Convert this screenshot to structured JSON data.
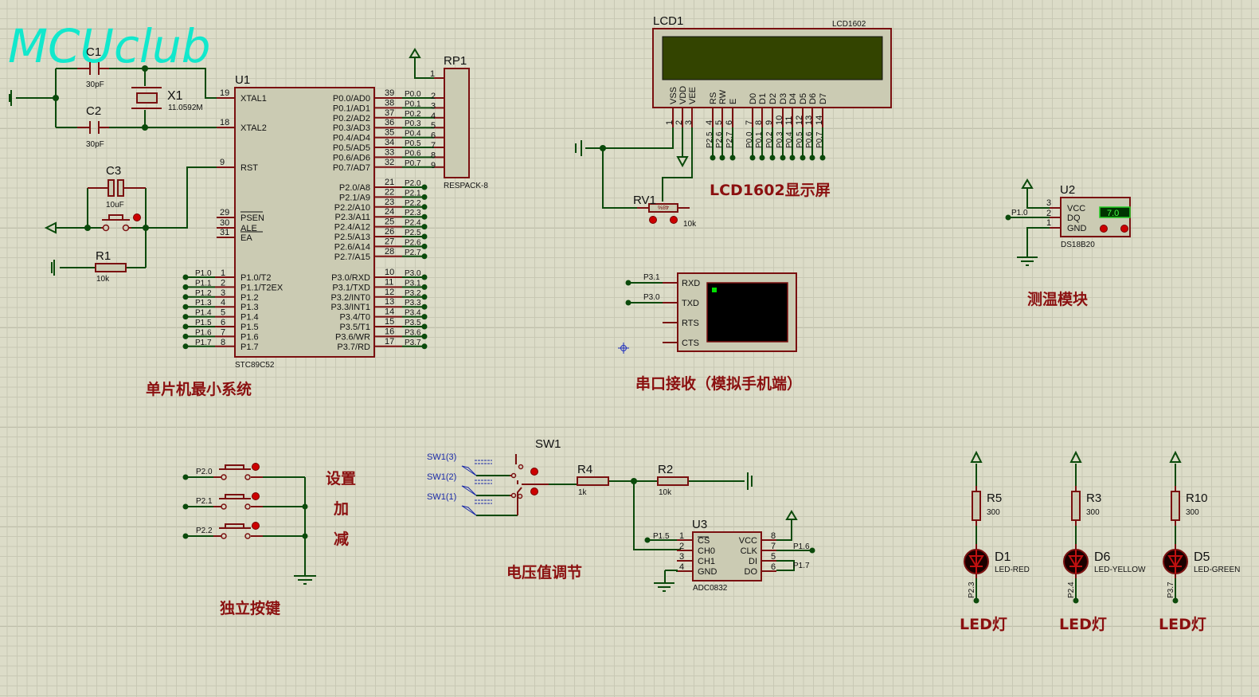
{
  "logo": "MCUclub",
  "sections": {
    "mcu_system": "单片机最小系统",
    "lcd": "LCD1602显示屏",
    "serial": "串口接收（模拟手机端）",
    "temp": "测温模块",
    "buttons": "独立按键",
    "voltage": "电压值调节",
    "led1": "LED灯",
    "led2": "LED灯",
    "led3": "LED灯"
  },
  "button_functions": [
    "设置",
    "加",
    "减"
  ],
  "components": {
    "C1": {
      "ref": "C1",
      "value": "30pF"
    },
    "C2": {
      "ref": "C2",
      "value": "30pF"
    },
    "C3": {
      "ref": "C3",
      "value": "10uF"
    },
    "X1": {
      "ref": "X1",
      "value": "11.0592M"
    },
    "R1": {
      "ref": "R1",
      "value": "10k"
    },
    "U1": {
      "ref": "U1",
      "part": "STC89C52"
    },
    "RP1": {
      "ref": "RP1",
      "part": "RESPACK-8"
    },
    "LCD1": {
      "ref": "LCD1",
      "part": "LCD1602"
    },
    "RV1": {
      "ref": "RV1",
      "value": "10k",
      "wiper": "48%"
    },
    "U2": {
      "ref": "U2",
      "part": "DS18B20",
      "reading": "7.0"
    },
    "SW1": {
      "ref": "SW1"
    },
    "R4": {
      "ref": "R4",
      "value": "1k"
    },
    "R2": {
      "ref": "R2",
      "value": "10k"
    },
    "U3": {
      "ref": "U3",
      "part": "ADC0832"
    },
    "R5": {
      "ref": "R5",
      "value": "300"
    },
    "R3": {
      "ref": "R3",
      "value": "300"
    },
    "R10": {
      "ref": "R10",
      "value": "300"
    },
    "D1": {
      "ref": "D1",
      "part": "LED-RED"
    },
    "D6": {
      "ref": "D6",
      "part": "LED-YELLOW"
    },
    "D5": {
      "ref": "D5",
      "part": "LED-GREEN"
    }
  },
  "u1_pins": {
    "left_top": [
      {
        "num": "19",
        "name": "XTAL1"
      },
      {
        "num": "18",
        "name": "XTAL2"
      },
      {
        "num": "9",
        "name": "RST"
      },
      {
        "num": "29",
        "name": "PSEN"
      },
      {
        "num": "30",
        "name": "ALE"
      },
      {
        "num": "31",
        "name": "EA"
      }
    ],
    "p1": [
      {
        "num": "1",
        "name": "P1.0/T2",
        "net": "P1.0"
      },
      {
        "num": "2",
        "name": "P1.1/T2EX",
        "net": "P1.1"
      },
      {
        "num": "3",
        "name": "P1.2",
        "net": "P1.2"
      },
      {
        "num": "4",
        "name": "P1.3",
        "net": "P1.3"
      },
      {
        "num": "5",
        "name": "P1.4",
        "net": "P1.4"
      },
      {
        "num": "6",
        "name": "P1.5",
        "net": "P1.5"
      },
      {
        "num": "7",
        "name": "P1.6",
        "net": "P1.6"
      },
      {
        "num": "8",
        "name": "P1.7",
        "net": "P1.7"
      }
    ],
    "p0": [
      {
        "num": "39",
        "name": "P0.0/AD0",
        "net": "P0.0",
        "rp": "2"
      },
      {
        "num": "38",
        "name": "P0.1/AD1",
        "net": "P0.1",
        "rp": "3"
      },
      {
        "num": "37",
        "name": "P0.2/AD2",
        "net": "P0.2",
        "rp": "4"
      },
      {
        "num": "36",
        "name": "P0.3/AD3",
        "net": "P0.3",
        "rp": "5"
      },
      {
        "num": "35",
        "name": "P0.4/AD4",
        "net": "P0.4",
        "rp": "6"
      },
      {
        "num": "34",
        "name": "P0.5/AD5",
        "net": "P0.5",
        "rp": "7"
      },
      {
        "num": "33",
        "name": "P0.6/AD6",
        "net": "P0.6",
        "rp": "8"
      },
      {
        "num": "32",
        "name": "P0.7/AD7",
        "net": "P0.7",
        "rp": "9"
      }
    ],
    "p2": [
      {
        "num": "21",
        "name": "P2.0/A8",
        "net": "P2.0"
      },
      {
        "num": "22",
        "name": "P2.1/A9",
        "net": "P2.1"
      },
      {
        "num": "23",
        "name": "P2.2/A10",
        "net": "P2.2"
      },
      {
        "num": "24",
        "name": "P2.3/A11",
        "net": "P2.3"
      },
      {
        "num": "25",
        "name": "P2.4/A12",
        "net": "P2.4"
      },
      {
        "num": "26",
        "name": "P2.5/A13",
        "net": "P2.5"
      },
      {
        "num": "27",
        "name": "P2.6/A14",
        "net": "P2.6"
      },
      {
        "num": "28",
        "name": "P2.7/A15",
        "net": "P2.7"
      }
    ],
    "p3": [
      {
        "num": "10",
        "name": "P3.0/RXD",
        "net": "P3.0"
      },
      {
        "num": "11",
        "name": "P3.1/TXD",
        "net": "P3.1"
      },
      {
        "num": "12",
        "name": "P3.2/INT0",
        "net": "P3.2"
      },
      {
        "num": "13",
        "name": "P3.3/INT1",
        "net": "P3.3"
      },
      {
        "num": "14",
        "name": "P3.4/T0",
        "net": "P3.4"
      },
      {
        "num": "15",
        "name": "P3.5/T1",
        "net": "P3.5"
      },
      {
        "num": "16",
        "name": "P3.6/WR",
        "net": "P3.6"
      },
      {
        "num": "17",
        "name": "P3.7/RD",
        "net": "P3.7"
      }
    ]
  },
  "rp1_pin1": "1",
  "lcd_pins": [
    {
      "name": "VSS",
      "num": "1",
      "net": ""
    },
    {
      "name": "VDD",
      "num": "2",
      "net": ""
    },
    {
      "name": "VEE",
      "num": "3",
      "net": ""
    },
    {
      "name": "RS",
      "num": "4",
      "net": "P2.5"
    },
    {
      "name": "RW",
      "num": "5",
      "net": "P2.6"
    },
    {
      "name": "E",
      "num": "6",
      "net": "P2.7"
    },
    {
      "name": "D0",
      "num": "7",
      "net": "P0.0"
    },
    {
      "name": "D1",
      "num": "8",
      "net": "P0.1"
    },
    {
      "name": "D2",
      "num": "9",
      "net": "P0.2"
    },
    {
      "name": "D3",
      "num": "10",
      "net": "P0.3"
    },
    {
      "name": "D4",
      "num": "11",
      "net": "P0.4"
    },
    {
      "name": "D5",
      "num": "12",
      "net": "P0.5"
    },
    {
      "name": "D6",
      "num": "13",
      "net": "P0.6"
    },
    {
      "name": "D7",
      "num": "14",
      "net": "P0.7"
    }
  ],
  "terminal": {
    "pins": [
      "RXD",
      "TXD",
      "RTS",
      "CTS"
    ],
    "nets": [
      "P3.1",
      "P3.0"
    ]
  },
  "u2_pins": [
    {
      "num": "3",
      "name": "VCC"
    },
    {
      "num": "2",
      "name": "DQ"
    },
    {
      "num": "1",
      "name": "GND"
    }
  ],
  "u2_net": "P1.0",
  "buttons_nets": [
    "P2.0",
    "P2.1",
    "P2.2"
  ],
  "sw1_labels": [
    "SW1(3)",
    "SW1(2)",
    "SW1(1)"
  ],
  "u3_pins": {
    "left": [
      {
        "num": "1",
        "name": "CS",
        "net": "P1.5"
      },
      {
        "num": "2",
        "name": "CH0"
      },
      {
        "num": "3",
        "name": "CH1"
      },
      {
        "num": "4",
        "name": "GND"
      }
    ],
    "right": [
      {
        "num": "8",
        "name": "VCC"
      },
      {
        "num": "7",
        "name": "CLK",
        "net": "P1.6"
      },
      {
        "num": "5",
        "name": "DI",
        "net": "P1.7"
      },
      {
        "num": "6",
        "name": "DO"
      }
    ]
  },
  "led_nets": [
    "P2.3",
    "P2.4",
    "P3.7"
  ],
  "colors": {
    "wire": "#0b4a0b",
    "pin": "#7a1010",
    "title": "#8b1010",
    "logo": "#11e8cc",
    "lcd_screen": "#334400",
    "background": "#dcdcc8"
  }
}
